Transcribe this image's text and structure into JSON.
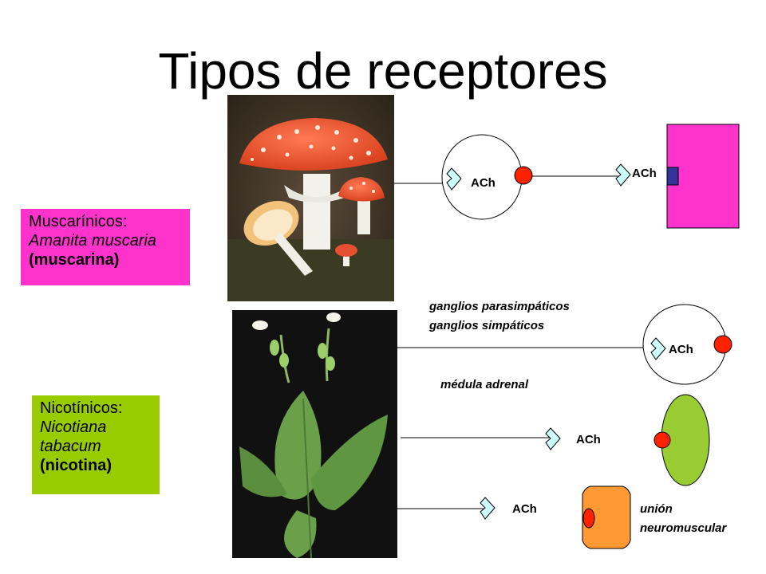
{
  "title": "Tipos de receptores",
  "muscarinic": {
    "heading": "Muscarínicos:",
    "species": "Amanita muscaria",
    "compound": "(muscarina)",
    "color": "#ff33cc"
  },
  "nicotinic": {
    "heading": "Nicotínicos:",
    "species_1": "Nicotiana",
    "species_2": "tabacum",
    "compound": "(nicotina)",
    "color": "#99cc00"
  },
  "diagram": {
    "ach_label": "ACh",
    "ganglia_para": "ganglios parasimpáticos",
    "ganglia_simp": "ganglios simpáticos",
    "adrenal": "médula adrenal",
    "nmj_1": "unión",
    "nmj_2": "neuromuscular",
    "colors": {
      "effector": "#ff33cc",
      "muscarinic_receptor": "#333399",
      "nicotinic_receptor": "#ff2200",
      "adrenal_cell": "#99cc33",
      "muscle_cell": "#ff9933",
      "receptor_terminal": "#ccffff"
    }
  },
  "images": {
    "mushroom": "amanita-muscaria-photo",
    "tobacco": "nicotiana-tabacum-photo"
  }
}
